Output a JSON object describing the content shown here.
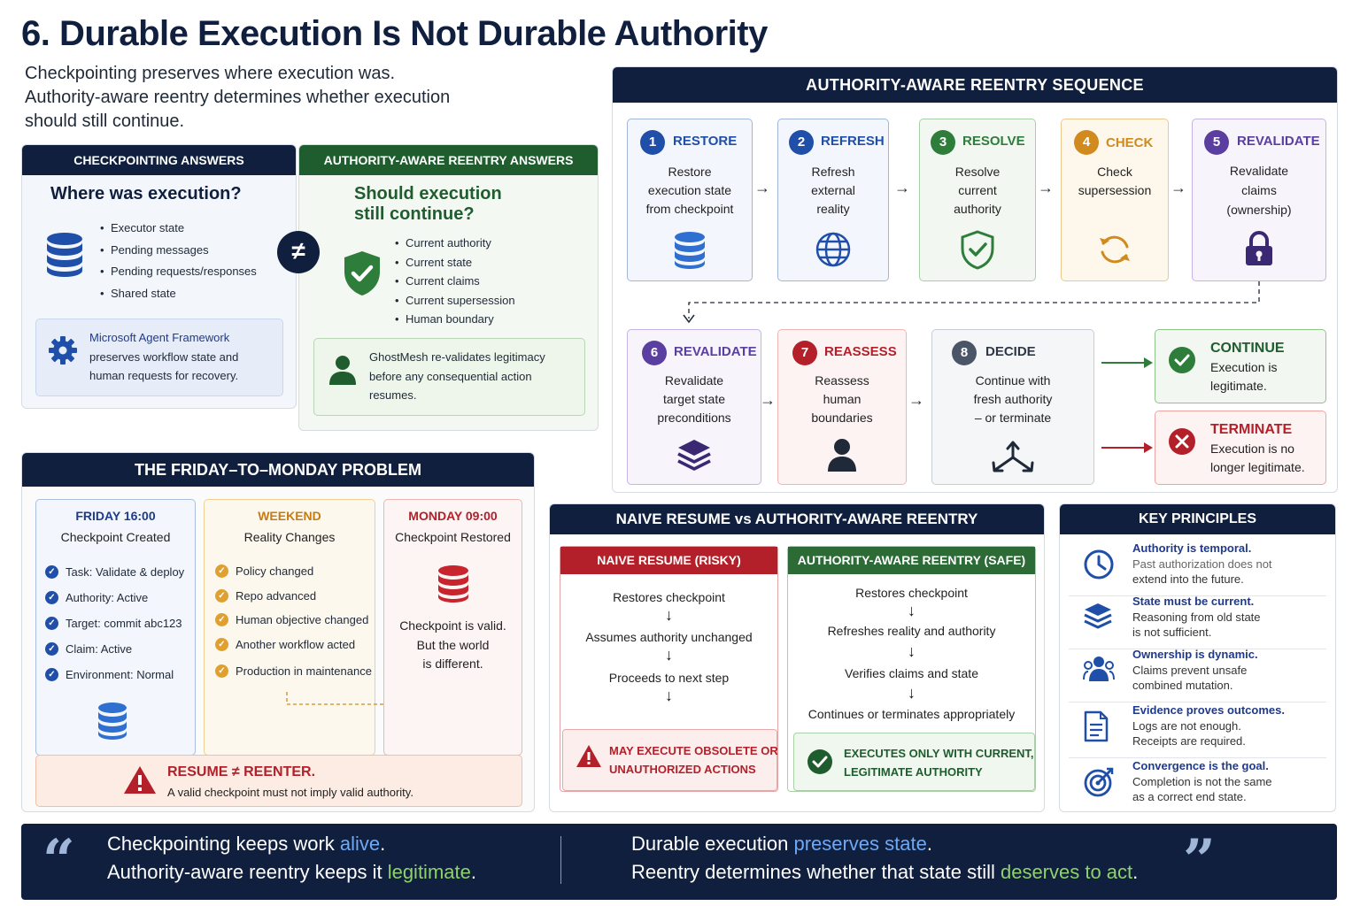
{
  "title": "6. Durable Execution Is Not Durable Authority",
  "intro": [
    "Checkpointing preserves where execution was.",
    "Authority-aware reentry determines whether execution",
    "should still continue."
  ],
  "checkpointing": {
    "header": "CHECKPOINTING ANSWERS",
    "question": "Where was execution?",
    "items": [
      "Executor state",
      "Pending messages",
      "Pending requests/responses",
      "Shared state"
    ],
    "note": [
      "Microsoft Agent Framework",
      "preserves workflow state and",
      "human requests for recovery."
    ]
  },
  "neq_symbol": "≠",
  "authority": {
    "header": "AUTHORITY-AWARE REENTRY ANSWERS",
    "question": [
      "Should execution",
      "still continue?"
    ],
    "items": [
      "Current authority",
      "Current state",
      "Current claims",
      "Current supersession",
      "Human boundary"
    ],
    "note": [
      "GhostMesh re-validates legitimacy",
      "before any consequential action",
      "resumes."
    ]
  },
  "sequence": {
    "header": "AUTHORITY-AWARE REENTRY SEQUENCE",
    "steps": [
      {
        "num": "1",
        "title": "RESTORE",
        "desc": [
          "Restore",
          "execution state",
          "from checkpoint"
        ],
        "color": "#1f4fa8",
        "icon": "database-icon"
      },
      {
        "num": "2",
        "title": "REFRESH",
        "desc": [
          "Refresh",
          "external",
          "reality"
        ],
        "color": "#1f4fa8",
        "icon": "globe-icon"
      },
      {
        "num": "3",
        "title": "RESOLVE",
        "desc": [
          "Resolve",
          "current",
          "authority"
        ],
        "color": "#2e7d3a",
        "icon": "shield-check-icon"
      },
      {
        "num": "4",
        "title": "CHECK",
        "desc": [
          "Check",
          "supersession"
        ],
        "color": "#d08a1e",
        "icon": "refresh-icon"
      },
      {
        "num": "5",
        "title": "REVALIDATE",
        "desc": [
          "Revalidate",
          "claims",
          "(ownership)"
        ],
        "color": "#5b3fa0",
        "icon": "lock-icon"
      },
      {
        "num": "6",
        "title": "REVALIDATE",
        "desc": [
          "Revalidate",
          "target state",
          "preconditions"
        ],
        "color": "#5b3fa0",
        "icon": "layers-icon"
      },
      {
        "num": "7",
        "title": "REASSESS",
        "desc": [
          "Reassess",
          "human",
          "boundaries"
        ],
        "color": "#b3202a",
        "icon": "person-icon"
      },
      {
        "num": "8",
        "title": "DECIDE",
        "desc": [
          "Continue with",
          "fresh authority",
          "– or terminate"
        ],
        "color": "#4a5568",
        "icon": "split-icon"
      }
    ],
    "outcomes": [
      {
        "title": "CONTINUE",
        "desc": [
          "Execution is",
          "legitimate."
        ],
        "color": "#2e7d3a"
      },
      {
        "title": "TERMINATE",
        "desc": [
          "Execution is no",
          "longer legitimate."
        ],
        "color": "#b3202a"
      }
    ]
  },
  "friday": {
    "header": "THE FRIDAY–TO–MONDAY PROBLEM",
    "columns": [
      {
        "title": "FRIDAY 16:00",
        "subtitle": "Checkpoint Created",
        "color": "#1f4fa8",
        "items": [
          "Task: Validate & deploy",
          "Authority: Active",
          "Target: commit abc123",
          "Claim: Active",
          "Environment: Normal"
        ]
      },
      {
        "title": "WEEKEND",
        "subtitle": "Reality Changes",
        "color": "#d08a1e",
        "items": [
          "Policy changed",
          "Repo advanced",
          "Human objective changed",
          "Another workflow acted",
          "Production in maintenance"
        ]
      },
      {
        "title": "MONDAY 09:00",
        "subtitle": "Checkpoint Restored",
        "color": "#b3202a",
        "text": [
          "Checkpoint is valid.",
          "But the world",
          "is different."
        ]
      }
    ],
    "warning_title": "RESUME ≠ REENTER.",
    "warning_text": "A valid checkpoint must not imply valid authority."
  },
  "naive": {
    "header": "NAIVE RESUME vs AUTHORITY-AWARE REENTRY",
    "left": {
      "header": "NAIVE RESUME (RISKY)",
      "steps": [
        "Restores checkpoint",
        "Assumes authority unchanged",
        "Proceeds to next step"
      ],
      "warning": [
        "MAY EXECUTE OBSOLETE OR",
        "UNAUTHORIZED ACTIONS"
      ]
    },
    "right": {
      "header": "AUTHORITY-AWARE REENTRY (SAFE)",
      "steps": [
        "Restores checkpoint",
        "Refreshes reality and authority",
        "Verifies claims and state",
        "Continues or terminates appropriately"
      ],
      "result": [
        "EXECUTES ONLY WITH CURRENT,",
        "LEGITIMATE AUTHORITY"
      ]
    }
  },
  "principles": {
    "header": "KEY PRINCIPLES",
    "items": [
      {
        "title": "Authority is temporal.",
        "desc": [
          "Past authorization does not",
          "extend into the future."
        ],
        "icon": "clock-icon"
      },
      {
        "title": "State must be current.",
        "desc": [
          "Reasoning from old state",
          "is not sufficient."
        ],
        "icon": "layers-icon"
      },
      {
        "title": "Ownership is dynamic.",
        "desc": [
          "Claims prevent unsafe",
          "combined mutation."
        ],
        "icon": "users-icon"
      },
      {
        "title": "Evidence proves outcomes.",
        "desc": [
          "Logs are not enough.",
          "Receipts are required."
        ],
        "icon": "document-icon"
      },
      {
        "title": "Convergence is the goal.",
        "desc": [
          "Completion is not the same",
          "as a correct end state."
        ],
        "icon": "target-icon"
      }
    ]
  },
  "footer": {
    "open_quote": "“",
    "close_quote": "”",
    "left": {
      "l1a": "Checkpointing keeps work ",
      "l1b": "alive",
      "l1c": ".",
      "l2a": "Authority-aware reentry keeps it ",
      "l2b": "legitimate",
      "l2c": "."
    },
    "right": {
      "l1a": "Durable execution ",
      "l1b": "preserves state",
      "l1c": ".",
      "l2a": "Reentry determines whether that state still ",
      "l2b": "deserves to act",
      "l2c": "."
    }
  }
}
